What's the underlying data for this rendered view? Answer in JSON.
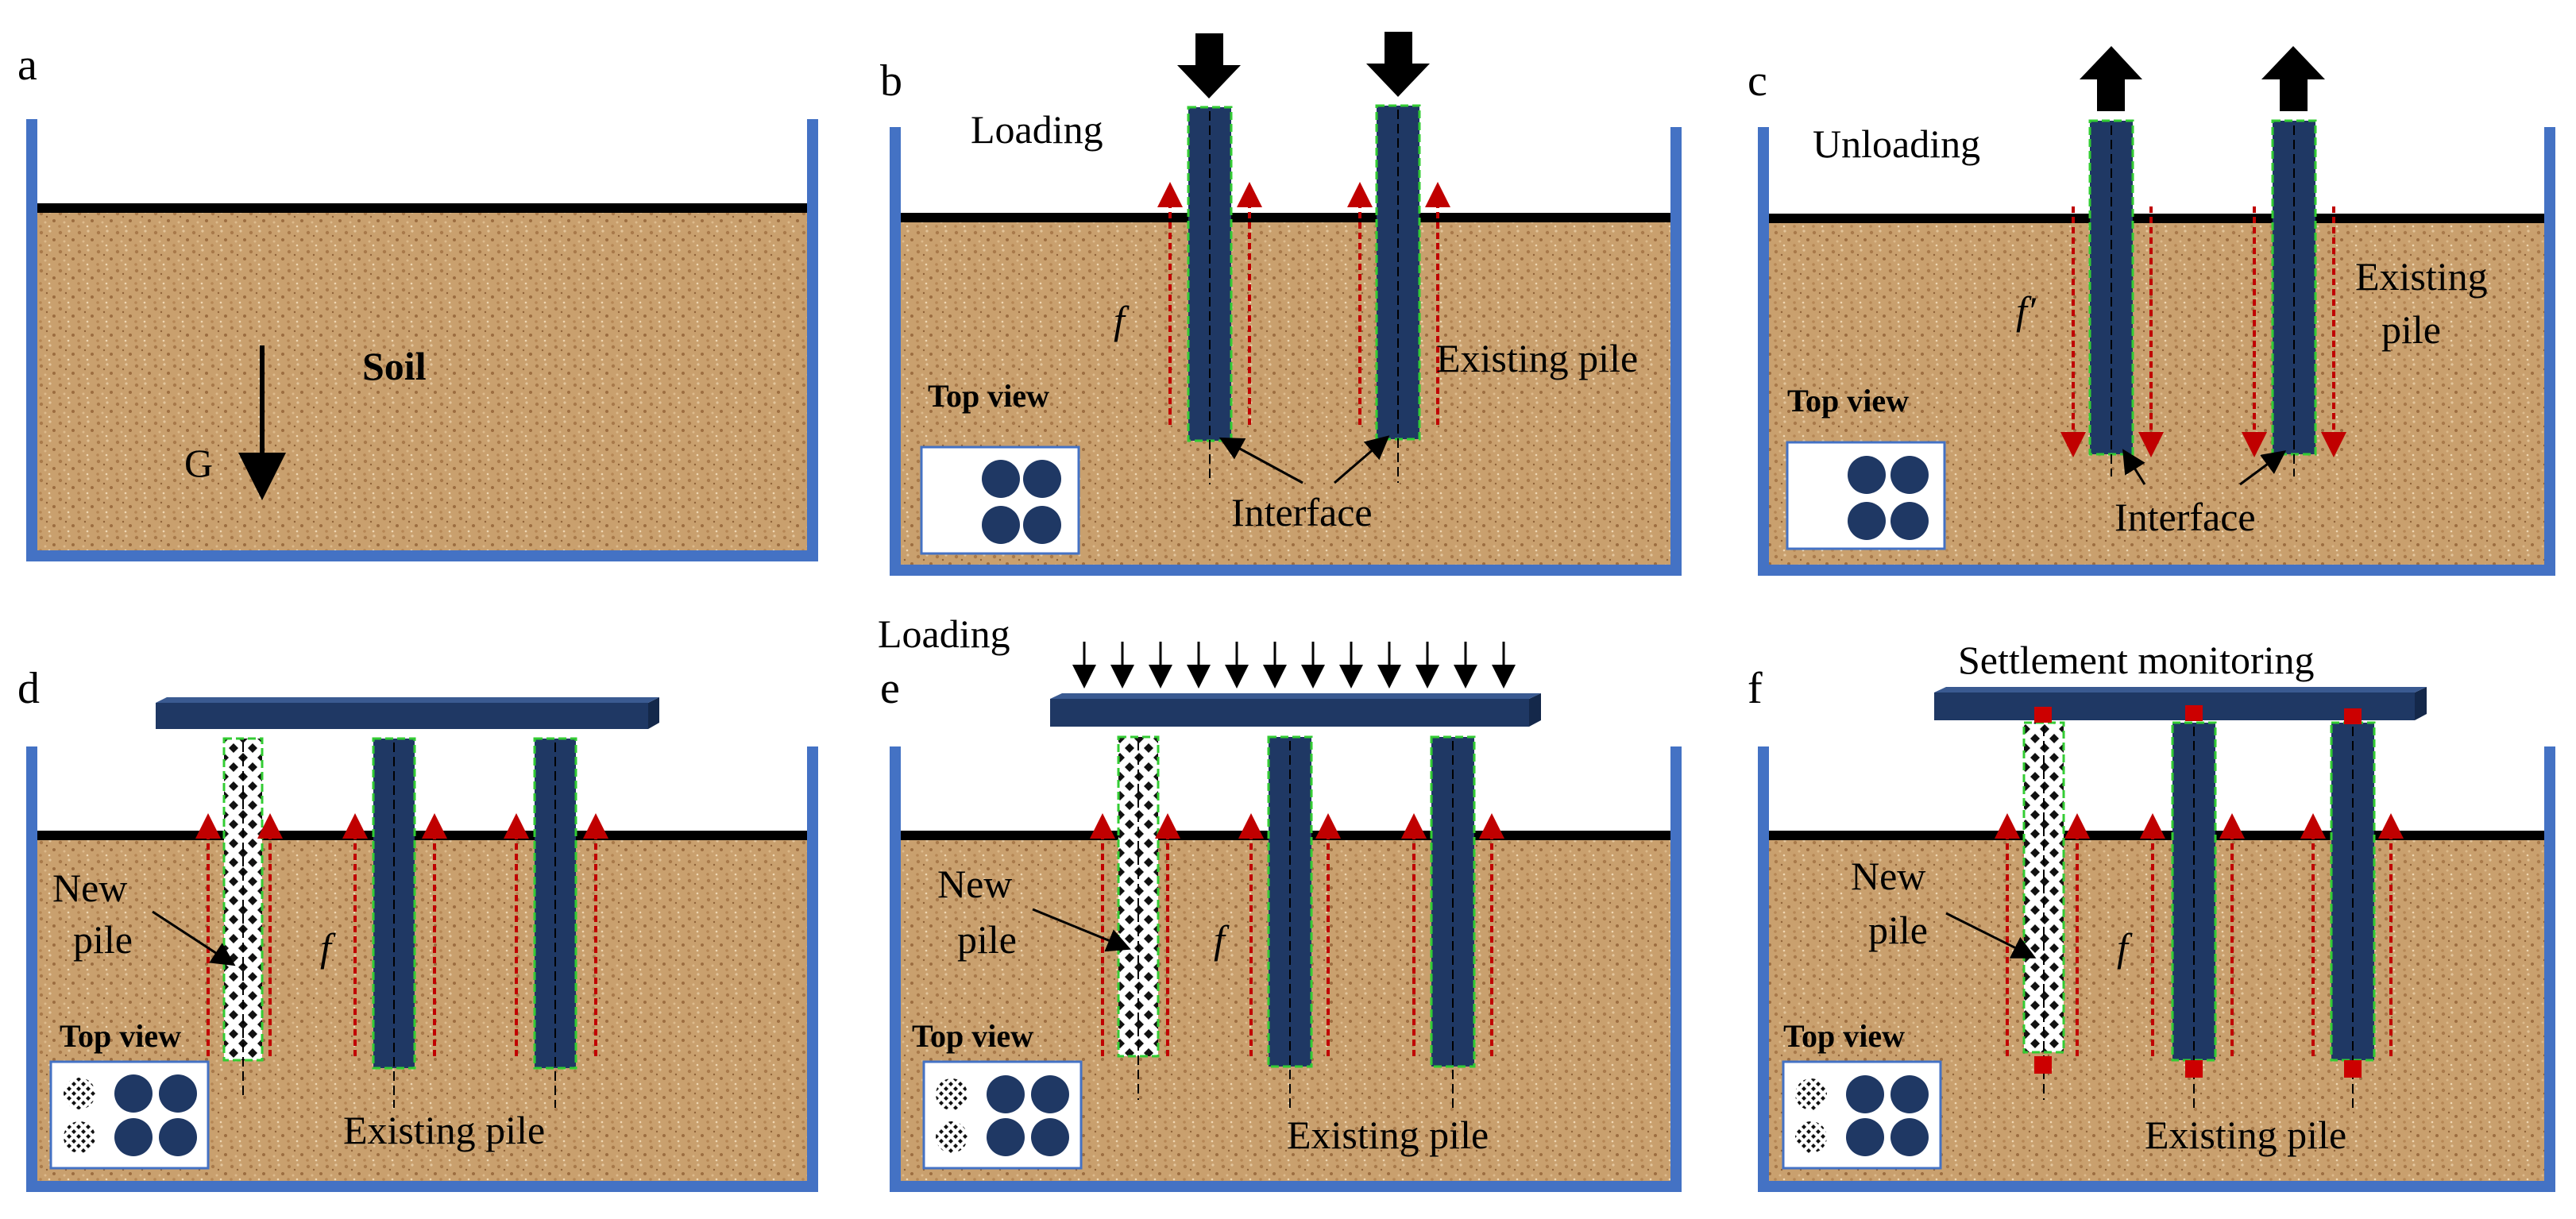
{
  "figure": {
    "panels": [
      {
        "letter": "a",
        "soil_label": "Soil",
        "gravity_label": "G"
      },
      {
        "letter": "b",
        "action_label": "Loading",
        "friction_label": "f",
        "existing_label": "Existing pile",
        "interface_label": "Interface",
        "top_view_label": "Top view"
      },
      {
        "letter": "c",
        "action_label": "Unloading",
        "friction_label": "f′",
        "existing_label_line1": "Existing",
        "existing_label_line2": "pile",
        "interface_label": "Interface",
        "top_view_label": "Top view"
      },
      {
        "letter": "d",
        "new_label_line1": "New",
        "new_label_line2": "pile",
        "friction_label": "f",
        "existing_label": "Existing pile",
        "top_view_label": "Top view"
      },
      {
        "letter": "e",
        "action_label": "Loading",
        "new_label_line1": "New",
        "new_label_line2": "pile",
        "friction_label": "f",
        "existing_label": "Existing pile",
        "top_view_label": "Top view"
      },
      {
        "letter": "f",
        "action_label": "Settlement monitoring",
        "new_label_line1": "New",
        "new_label_line2": "pile",
        "friction_label": "f",
        "existing_label": "Existing pile",
        "top_view_label": "Top view"
      }
    ],
    "colors": {
      "soil": "#c9a06e",
      "pile": "#1f3864",
      "container": "#4472c4",
      "friction_arrow": "#c00000",
      "interface": "#33cc33",
      "sensor": "#cc0000"
    }
  }
}
